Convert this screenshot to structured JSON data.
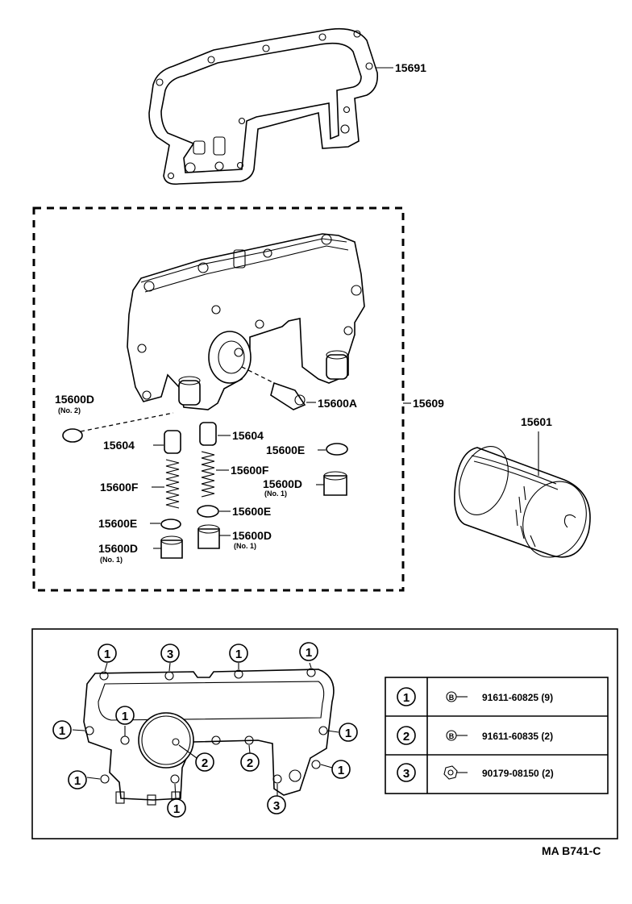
{
  "labels": {
    "gasket": "15691",
    "adapter_assy": "15609",
    "plug_no2": "15600D",
    "plug_no2_note": "(No. 2)",
    "plug_a": "15600A",
    "valve_left": "15604",
    "valve_right": "15604",
    "washer_e_right_top": "15600E",
    "spring_right": "15600F",
    "spring_left": "15600F",
    "plug_d_right": "15600D",
    "plug_d_right_note": "(No. 1)",
    "washer_e_left": "15600E",
    "washer_e_right": "15600E",
    "plug_d_left": "15600D",
    "plug_d_left_note": "(No. 1)",
    "plug_d_center": "15600D",
    "plug_d_center_note": "(No. 1)",
    "oil_filter": "15601"
  },
  "callouts": {
    "c1": "1",
    "c2": "2",
    "c3": "3"
  },
  "bolt_table": [
    {
      "ref": "1",
      "symbol": "B",
      "part": "91611-60825 (9)"
    },
    {
      "ref": "2",
      "symbol": "B",
      "part": "91611-60835 (2)"
    },
    {
      "ref": "3",
      "symbol": "",
      "part": "90179-08150 (2)"
    }
  ],
  "footer_code": "MA B741-C"
}
